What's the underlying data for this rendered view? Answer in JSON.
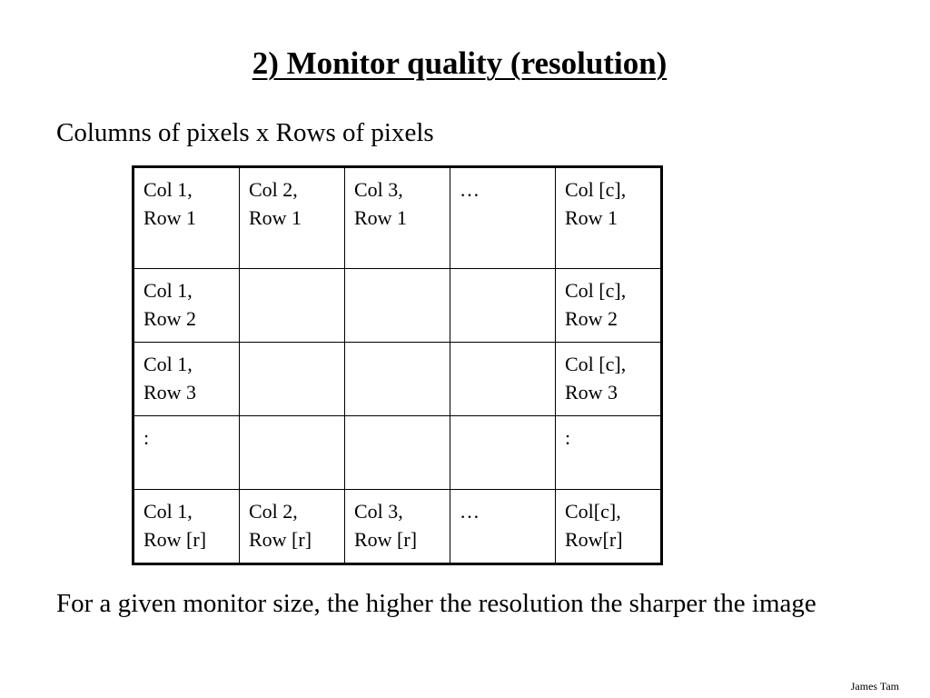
{
  "slide": {
    "title": "2) Monitor quality (resolution)",
    "intro": "Columns of pixels x Rows of pixels",
    "conclusion": "For a given monitor size, the higher the resolution the sharper the image",
    "author": "James Tam"
  },
  "table": {
    "rows": [
      [
        [
          "Col 1,",
          "Row 1"
        ],
        [
          "Col 2,",
          "Row 1"
        ],
        [
          "Col 3,",
          "Row 1"
        ],
        [
          "…",
          ""
        ],
        [
          "Col [c],",
          "Row 1"
        ]
      ],
      [
        [
          "Col 1,",
          "Row 2"
        ],
        [
          "",
          ""
        ],
        [
          "",
          ""
        ],
        [
          "",
          ""
        ],
        [
          "Col [c],",
          "Row 2"
        ]
      ],
      [
        [
          "Col 1,",
          "Row 3"
        ],
        [
          "",
          ""
        ],
        [
          "",
          ""
        ],
        [
          "",
          ""
        ],
        [
          "Col [c],",
          "Row 3"
        ]
      ],
      [
        [
          ":",
          ""
        ],
        [
          "",
          ""
        ],
        [
          "",
          ""
        ],
        [
          "",
          ""
        ],
        [
          ":",
          ""
        ]
      ],
      [
        [
          "Col 1,",
          "Row [r]"
        ],
        [
          "Col 2,",
          "Row [r]"
        ],
        [
          "Col 3,",
          "Row [r]"
        ],
        [
          "…",
          ""
        ],
        [
          "Col[c],",
          "Row[r]"
        ]
      ]
    ]
  }
}
